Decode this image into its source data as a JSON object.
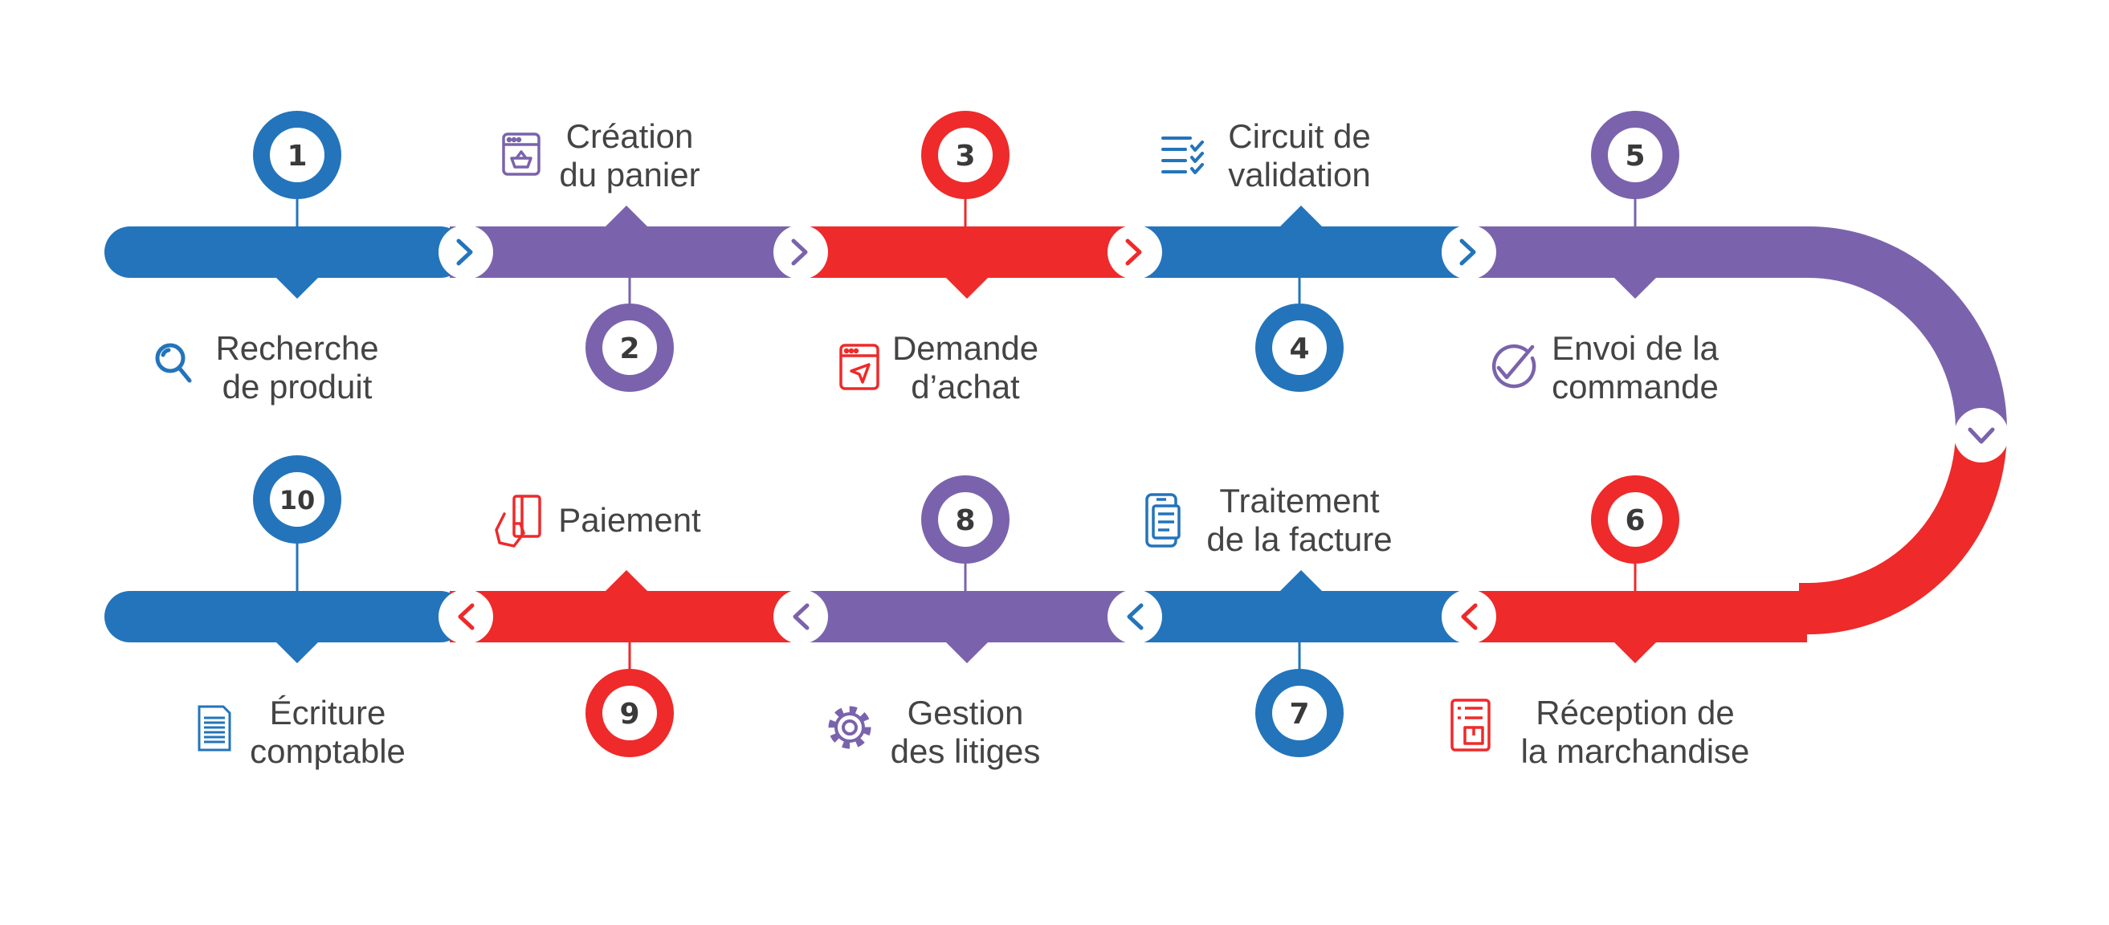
{
  "colors": {
    "blue": "#2374BB",
    "purple": "#7A63AC",
    "red": "#EE2A2A",
    "text": "#444444",
    "white": "#ffffff"
  },
  "steps": [
    {
      "number": "1",
      "line1": "Recherche",
      "line2": "de produit",
      "color": "blue",
      "icon": "search-icon"
    },
    {
      "number": "2",
      "line1": "Création",
      "line2": "du panier",
      "color": "purple",
      "icon": "shopping-basket-icon"
    },
    {
      "number": "3",
      "line1": "Demande",
      "line2": "d’achat",
      "color": "red",
      "icon": "purchase-request-icon"
    },
    {
      "number": "4",
      "line1": "Circuit de",
      "line2": "validation",
      "color": "blue",
      "icon": "checklist-icon"
    },
    {
      "number": "5",
      "line1": "Envoi de la",
      "line2": "commande",
      "color": "purple",
      "icon": "check-circle-icon"
    },
    {
      "number": "6",
      "line1": "Réception de",
      "line2": "la marchandise",
      "color": "red",
      "icon": "receipt-box-icon"
    },
    {
      "number": "7",
      "line1": "Traitement",
      "line2": "de la facture",
      "color": "blue",
      "icon": "mobile-invoice-icon"
    },
    {
      "number": "8",
      "line1": "Gestion",
      "line2": "des litiges",
      "color": "purple",
      "icon": "gear-icon"
    },
    {
      "number": "9",
      "line1": "Paiement",
      "line2": "",
      "color": "red",
      "icon": "card-payment-icon"
    },
    {
      "number": "10",
      "line1": "Écriture",
      "line2": "comptable",
      "color": "blue",
      "icon": "document-icon"
    }
  ]
}
